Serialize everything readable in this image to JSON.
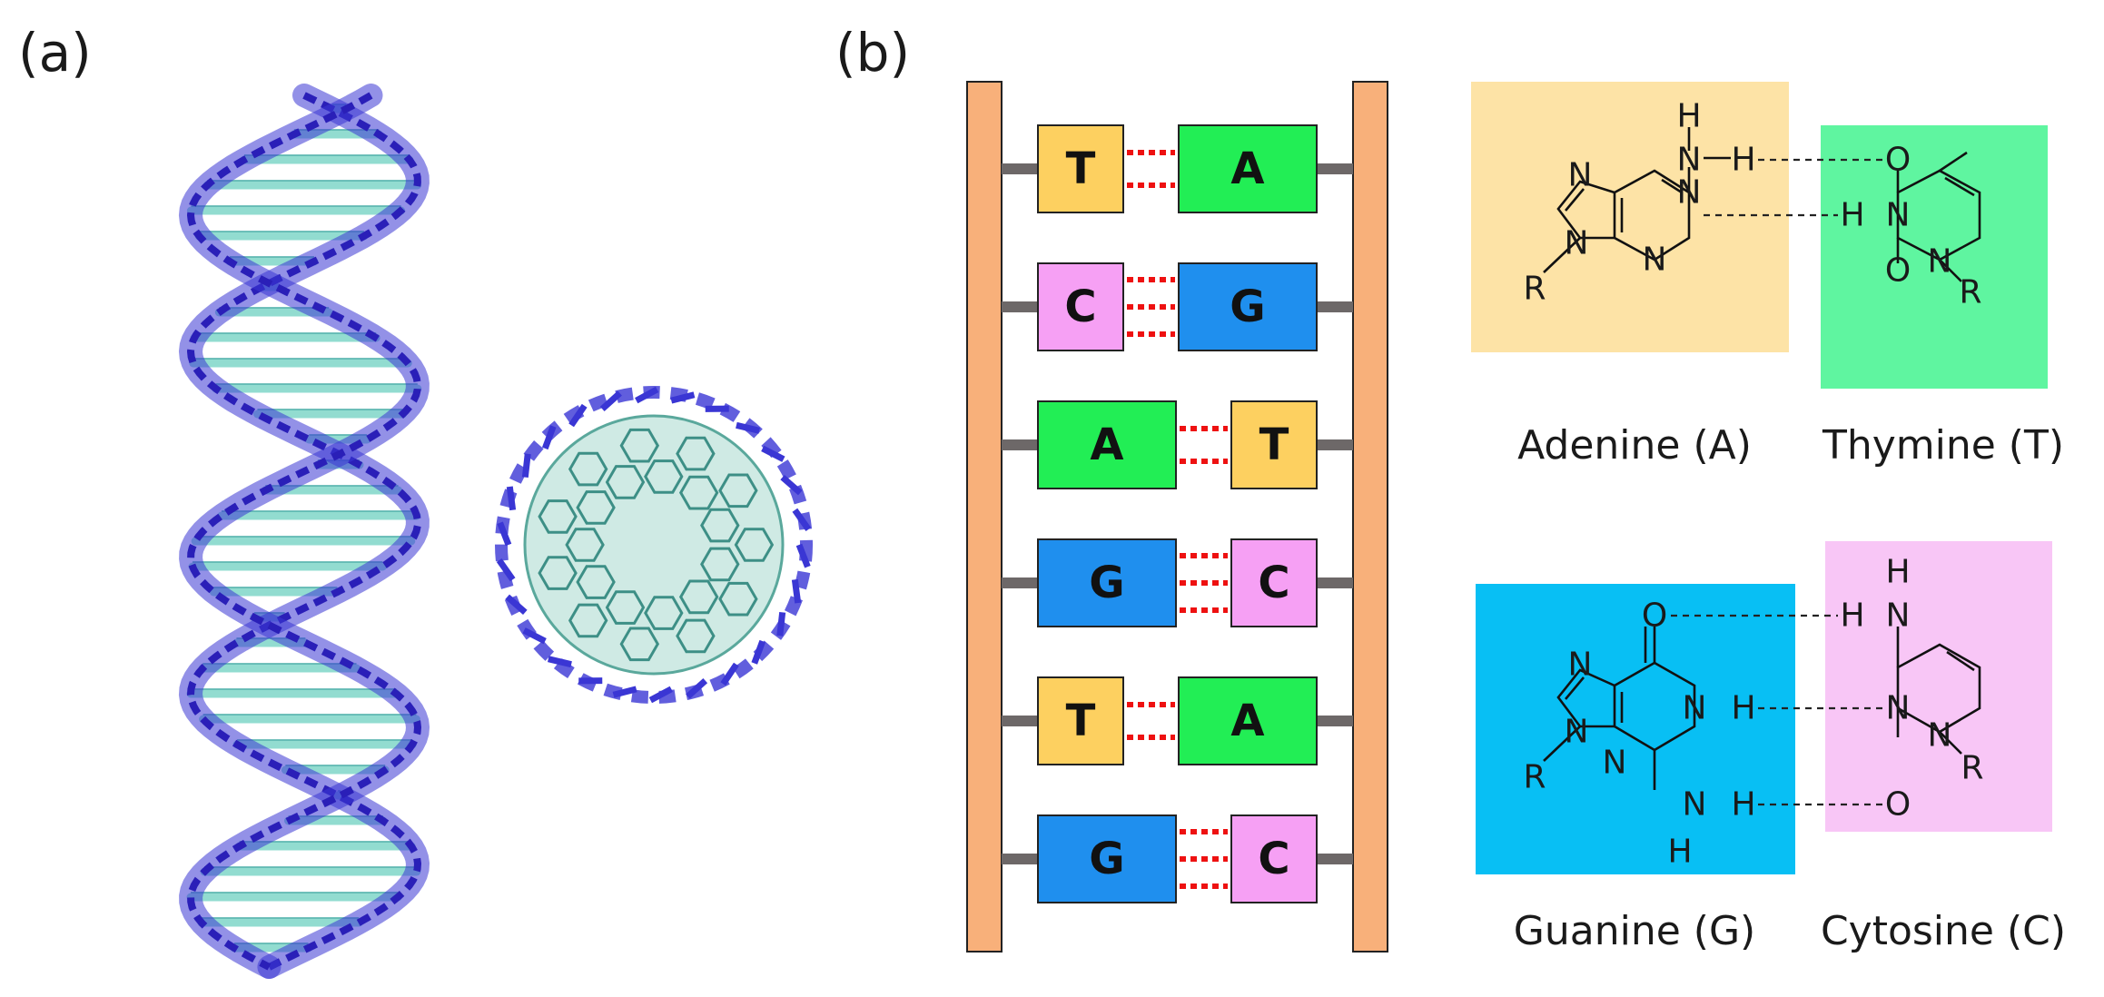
{
  "panels": {
    "a_label": "(a)",
    "b_label": "(b)"
  },
  "ladder": {
    "pairs": [
      {
        "left": "T",
        "right": "A",
        "bonds": 2
      },
      {
        "left": "C",
        "right": "G",
        "bonds": 3
      },
      {
        "left": "A",
        "right": "T",
        "bonds": 2
      },
      {
        "left": "G",
        "right": "C",
        "bonds": 3
      },
      {
        "left": "T",
        "right": "A",
        "bonds": 2
      },
      {
        "left": "G",
        "right": "C",
        "bonds": 3
      }
    ],
    "colors": {
      "A": "#22ee55",
      "T": "#fdd060",
      "C": "#f6a0f4",
      "G": "#1f8fee"
    },
    "rail_color": "#f8b07a",
    "rung_color": "#6d6868",
    "bond_color": "#ee1111"
  },
  "chemistry": {
    "adenine": {
      "name": "Adenine (A)",
      "color": "#fde3a6"
    },
    "thymine": {
      "name": "Thymine (T)",
      "color": "#5ff5a0"
    },
    "guanine": {
      "name": "Guanine (G)",
      "color": "#08bff4"
    },
    "cytosine": {
      "name": "Cytosine (C)",
      "color": "#f8c6f6"
    },
    "atoms": {
      "N": "N",
      "H": "H",
      "O": "O",
      "R": "R"
    }
  },
  "models": {
    "helix_strand_color": "#3a36d4",
    "helix_base_color": "#7fd6c8",
    "cluster_core_color": "#cfeae4"
  }
}
